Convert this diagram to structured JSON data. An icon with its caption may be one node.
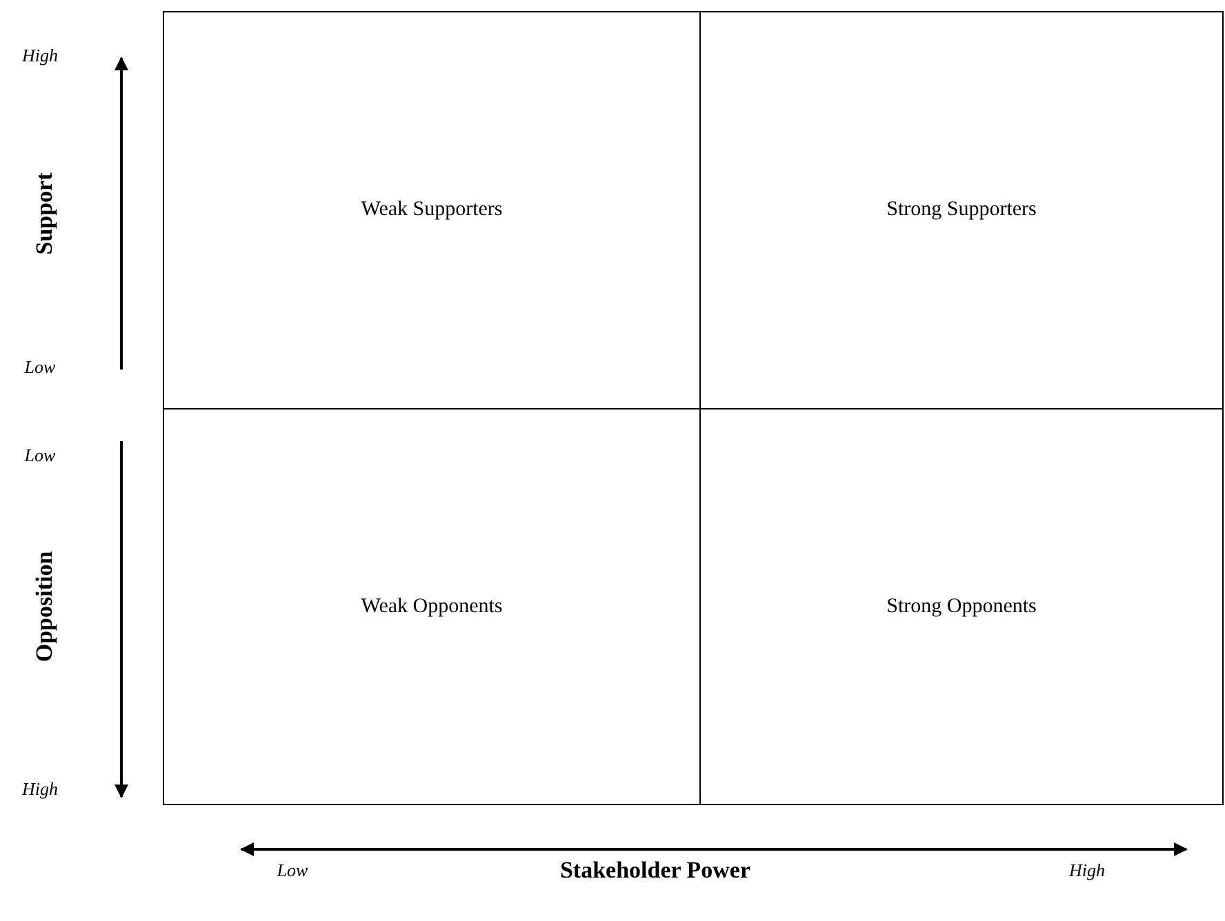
{
  "diagram": {
    "nodes": [
      {
        "text": [
          "Weak Supporters"
        ]
      },
      {
        "text": [
          "Strong Supporters"
        ]
      },
      {
        "text": [
          "Weak Opponents"
        ]
      },
      {
        "text": [
          "Strong Opponents"
        ]
      }
    ],
    "labels": [
      "High",
      "Support",
      "Low",
      "Low",
      "Opposition",
      "High",
      "Low",
      "Stakeholder Power",
      "High"
    ]
  }
}
